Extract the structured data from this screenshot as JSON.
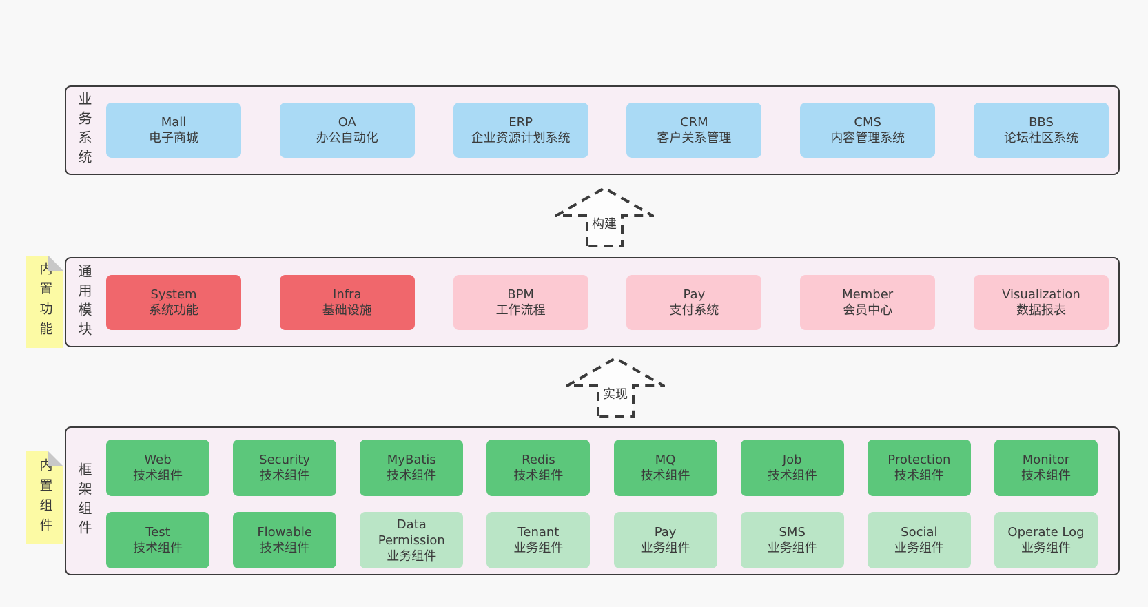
{
  "colors": {
    "page_bg": "#f8f8f8",
    "band_bg": "#f8eef5",
    "band_border": "#3b3b3b",
    "blue": "#aadaf5",
    "red": "#f0676c",
    "pink": "#fcc9d2",
    "green": "#5cc77b",
    "light_green": "#bae5c6",
    "sticky_yellow": "#fcfaa4",
    "fold_gray": "#c8c8c8",
    "text": "#3a3a3a"
  },
  "bands": [
    {
      "label": "业务系统",
      "boxes": [
        {
          "name": "Mall",
          "desc": "电子商城"
        },
        {
          "name": "OA",
          "desc": "办公自动化"
        },
        {
          "name": "ERP",
          "desc": "企业资源计划系统"
        },
        {
          "name": "CRM",
          "desc": "客户关系管理"
        },
        {
          "name": "CMS",
          "desc": "内容管理系统"
        },
        {
          "name": "BBS",
          "desc": "论坛社区系统"
        }
      ]
    },
    {
      "label": "通用模块",
      "sticky": "内置功能",
      "boxes": [
        {
          "name": "System",
          "desc": "系统功能"
        },
        {
          "name": "Infra",
          "desc": "基础设施"
        },
        {
          "name": "BPM",
          "desc": "工作流程"
        },
        {
          "name": "Pay",
          "desc": "支付系统"
        },
        {
          "name": "Member",
          "desc": "会员中心"
        },
        {
          "name": "Visualization",
          "desc": "数据报表"
        }
      ]
    },
    {
      "label": "框架组件",
      "sticky": "内置组件",
      "rows": [
        [
          {
            "name": "Web",
            "desc": "技术组件"
          },
          {
            "name": "Security",
            "desc": "技术组件"
          },
          {
            "name": "MyBatis",
            "desc": "技术组件"
          },
          {
            "name": "Redis",
            "desc": "技术组件"
          },
          {
            "name": "MQ",
            "desc": "技术组件"
          },
          {
            "name": "Job",
            "desc": "技术组件"
          },
          {
            "name": "Protection",
            "desc": "技术组件"
          },
          {
            "name": "Monitor",
            "desc": "技术组件"
          }
        ],
        [
          {
            "name": "Test",
            "desc": "技术组件"
          },
          {
            "name": "Flowable",
            "desc": "技术组件"
          },
          {
            "name": "Data Permission",
            "desc": "业务组件"
          },
          {
            "name": "Tenant",
            "desc": "业务组件"
          },
          {
            "name": "Pay",
            "desc": "业务组件"
          },
          {
            "name": "SMS",
            "desc": "业务组件"
          },
          {
            "name": "Social",
            "desc": "业务组件"
          },
          {
            "name": "Operate Log",
            "desc": "业务组件"
          }
        ]
      ]
    }
  ],
  "arrows": [
    {
      "label": "构建"
    },
    {
      "label": "实现"
    }
  ]
}
